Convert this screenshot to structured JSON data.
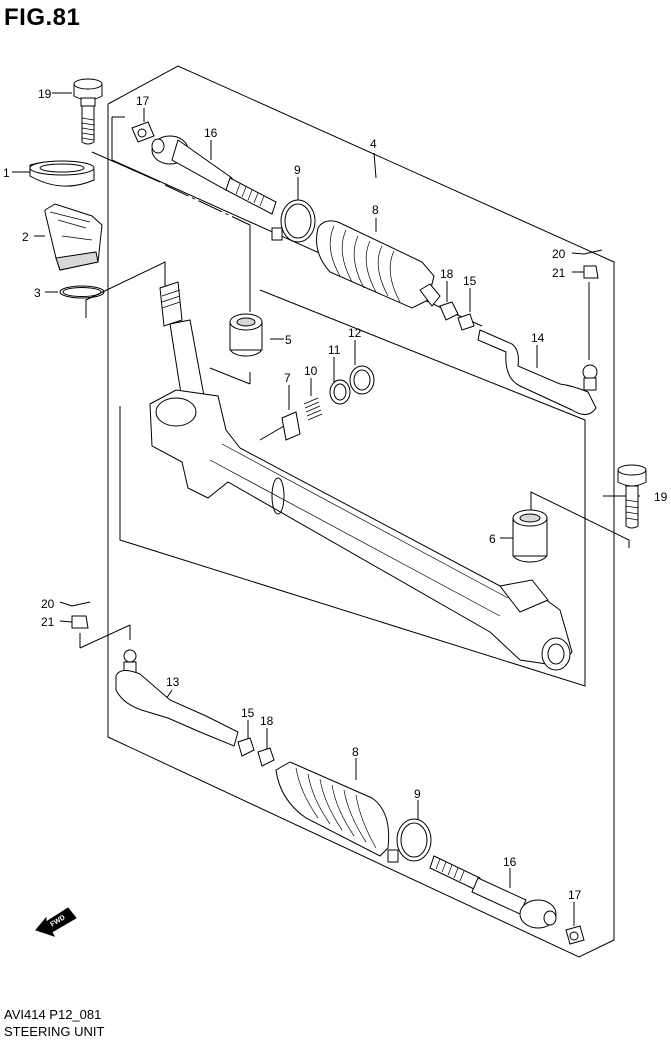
{
  "figure": {
    "title": "FIG.81"
  },
  "footer": {
    "code": "AVI414 P12_081",
    "name": "STEERING UNIT"
  },
  "direction_badge": {
    "label": "FWD"
  },
  "parts": [
    {
      "id": "p1",
      "label": "1"
    },
    {
      "id": "p2",
      "label": "2"
    },
    {
      "id": "p3",
      "label": "3"
    },
    {
      "id": "p4",
      "label": "4"
    },
    {
      "id": "p5",
      "label": "5"
    },
    {
      "id": "p6",
      "label": "6"
    },
    {
      "id": "p7",
      "label": "7"
    },
    {
      "id": "p8a",
      "label": "8"
    },
    {
      "id": "p8b",
      "label": "8"
    },
    {
      "id": "p9a",
      "label": "9"
    },
    {
      "id": "p9b",
      "label": "9"
    },
    {
      "id": "p10",
      "label": "10"
    },
    {
      "id": "p11",
      "label": "11"
    },
    {
      "id": "p12",
      "label": "12"
    },
    {
      "id": "p13",
      "label": "13"
    },
    {
      "id": "p14",
      "label": "14"
    },
    {
      "id": "p15a",
      "label": "15"
    },
    {
      "id": "p15b",
      "label": "15"
    },
    {
      "id": "p16a",
      "label": "16"
    },
    {
      "id": "p16b",
      "label": "16"
    },
    {
      "id": "p17a",
      "label": "17"
    },
    {
      "id": "p17b",
      "label": "17"
    },
    {
      "id": "p18a",
      "label": "18"
    },
    {
      "id": "p18b",
      "label": "18"
    },
    {
      "id": "p19a",
      "label": "19"
    },
    {
      "id": "p19b",
      "label": "19"
    },
    {
      "id": "p20a",
      "label": "20"
    },
    {
      "id": "p20b",
      "label": "20"
    },
    {
      "id": "p21a",
      "label": "21"
    },
    {
      "id": "p21b",
      "label": "21"
    }
  ]
}
